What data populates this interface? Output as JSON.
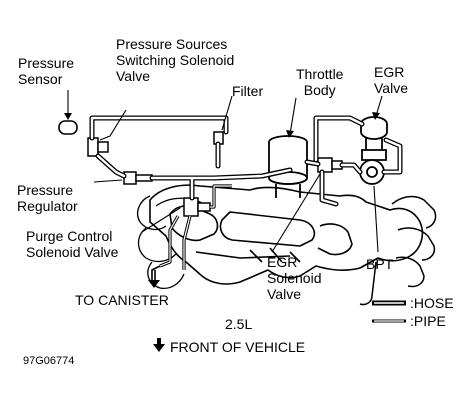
{
  "labels": {
    "pressure_sensor": [
      "Pressure",
      "Sensor"
    ],
    "pressure_sources_valve": [
      "Pressure Sources",
      "Switching Solenoid",
      "Valve"
    ],
    "filter": "Filter",
    "throttle_body": [
      "Throttle",
      "Body"
    ],
    "egr_valve": [
      "EGR",
      "Valve"
    ],
    "pressure_regulator": [
      "Pressure",
      "Regulator"
    ],
    "purge_control_valve": [
      "Purge Control",
      "Solenoid Valve"
    ],
    "egr_solenoid_valve": [
      "EGR",
      "Solenoid",
      "Valve"
    ],
    "bpt": "BPT",
    "to_canister": "TO CANISTER",
    "engine": "2.5L",
    "front_of_vehicle": "FRONT OF VEHICLE",
    "figure_id": "97G06774"
  },
  "legend": {
    "hose": ":HOSE",
    "pipe": ":PIPE"
  },
  "icons": {
    "front_arrow": "down-arrow-icon"
  },
  "colors": {
    "ink": "#000000",
    "paper": "#ffffff"
  }
}
